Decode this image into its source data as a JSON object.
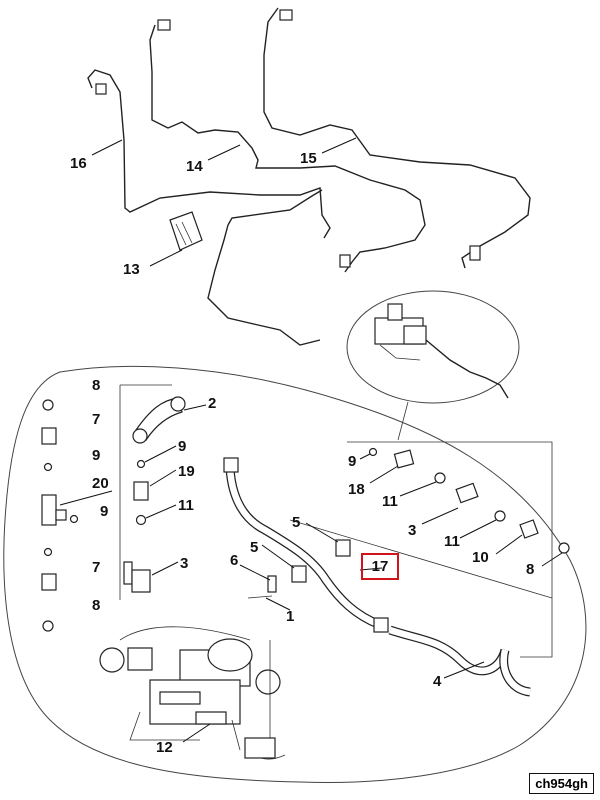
{
  "callouts": {
    "c16": "16",
    "c14": "14",
    "c15": "15",
    "c13": "13",
    "c8a": "8",
    "c7a": "7",
    "c9a": "9",
    "c20": "20",
    "c9b": "9",
    "c7b": "7",
    "c8b": "8",
    "c2": "2",
    "c9c": "9",
    "c19": "19",
    "c11a": "11",
    "c3a": "3",
    "c9d": "9",
    "c18": "18",
    "c11b": "11",
    "c3b": "3",
    "c11c": "11",
    "c10": "10",
    "c8c": "8",
    "c5a": "5",
    "c5b": "5",
    "c6": "6",
    "c1": "1",
    "c4": "4",
    "c12": "12"
  },
  "highlighted_callout": "17",
  "reference_code": "ch954gh"
}
